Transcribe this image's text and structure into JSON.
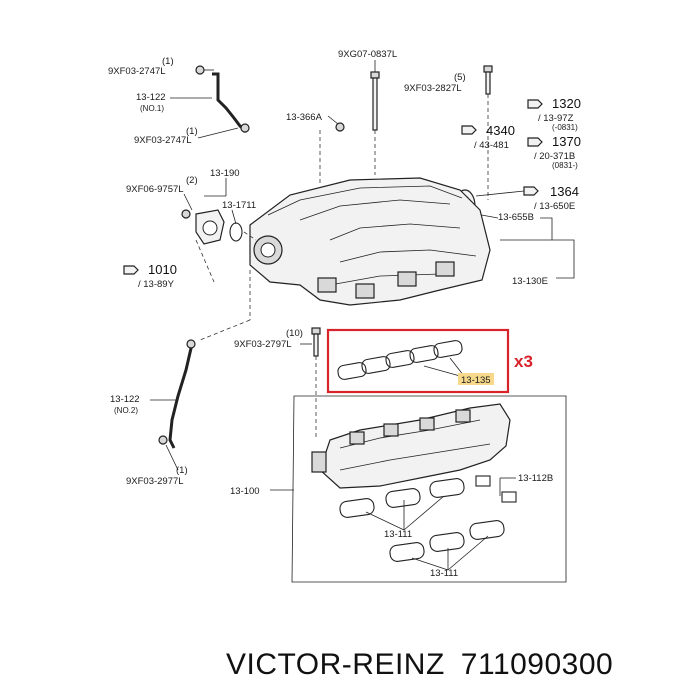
{
  "labels": {
    "bolt_top": "9XG07-0837L",
    "bolt_tl_qty": "(1)",
    "bolt_tl": "9XF03-2747L",
    "bracket1": "13-122",
    "bracket1_sub": "(NO.1)",
    "bolt_tl2_qty": "(1)",
    "bolt_tl2": "9XF03-2747L",
    "part_366a": "13-366A",
    "bolt_tr_qty": "(5)",
    "bolt_tr": "9XF03-2827L",
    "ref_1320": "1320",
    "ref_1320_sub": "/ 13-97Z",
    "ref_1320_note": "(-0831)",
    "ref_4340": "4340",
    "ref_4340_sub": "/ 43-481",
    "ref_1370": "1370",
    "ref_1370_sub": "/ 20-371B",
    "ref_1370_note": "(0831-)",
    "ref_1364": "1364",
    "ref_1364_sub": "/ 13-650E",
    "part_655b": "13-655B",
    "part_130e": "13-130E",
    "part_190": "13-190",
    "part_1711": "13-1711",
    "bolt_l_qty": "(2)",
    "bolt_l": "9XF06-9757L",
    "ref_1010": "1010",
    "ref_1010_sub": "/ 13-89Y",
    "bolt_ml_qty": "(10)",
    "bolt_ml": "9XF03-2797L",
    "gasket_135": "13-135",
    "multiplier": "x3",
    "bracket2": "13-122",
    "bracket2_sub": "(NO.2)",
    "bolt_bl_qty": "(1)",
    "bolt_bl": "9XF03-2977L",
    "part_100": "13-100",
    "part_112b": "13-112B",
    "gasket_111a": "13-111",
    "gasket_111b": "13-111"
  },
  "footer": {
    "brand": "VICTOR-REINZ",
    "part_number": "711090300"
  },
  "colors": {
    "highlight_box": "#d8232a",
    "label_highlight": "#f6d98a",
    "ink": "#222222"
  }
}
